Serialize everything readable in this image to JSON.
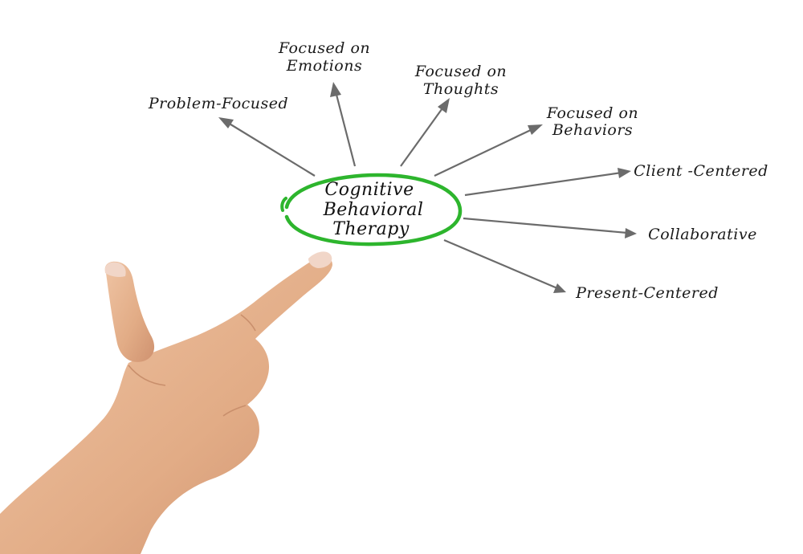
{
  "diagram": {
    "center": {
      "lines": [
        "Cognitive",
        "Behavioral",
        "Therapy"
      ],
      "ring_color": "#2db52d"
    },
    "nodes": [
      {
        "id": "problem-focused",
        "lines": [
          "Problem-Focused"
        ]
      },
      {
        "id": "focused-on-emotions",
        "lines": [
          "Focused on",
          "Emotions"
        ]
      },
      {
        "id": "focused-on-thoughts",
        "lines": [
          "Focused on",
          "Thoughts"
        ]
      },
      {
        "id": "focused-on-behaviors",
        "lines": [
          "Focused on",
          "Behaviors"
        ]
      },
      {
        "id": "client-centered",
        "lines": [
          "Client -Centered"
        ]
      },
      {
        "id": "collaborative",
        "lines": [
          "Collaborative"
        ]
      },
      {
        "id": "present-centered",
        "lines": [
          "Present-Centered"
        ]
      }
    ],
    "arrow_color": "#6b6b6b"
  },
  "hand": {
    "skin_color": "#e6b594",
    "shadow_color": "#c98f6c",
    "nail_color": "#f1d6c8"
  }
}
